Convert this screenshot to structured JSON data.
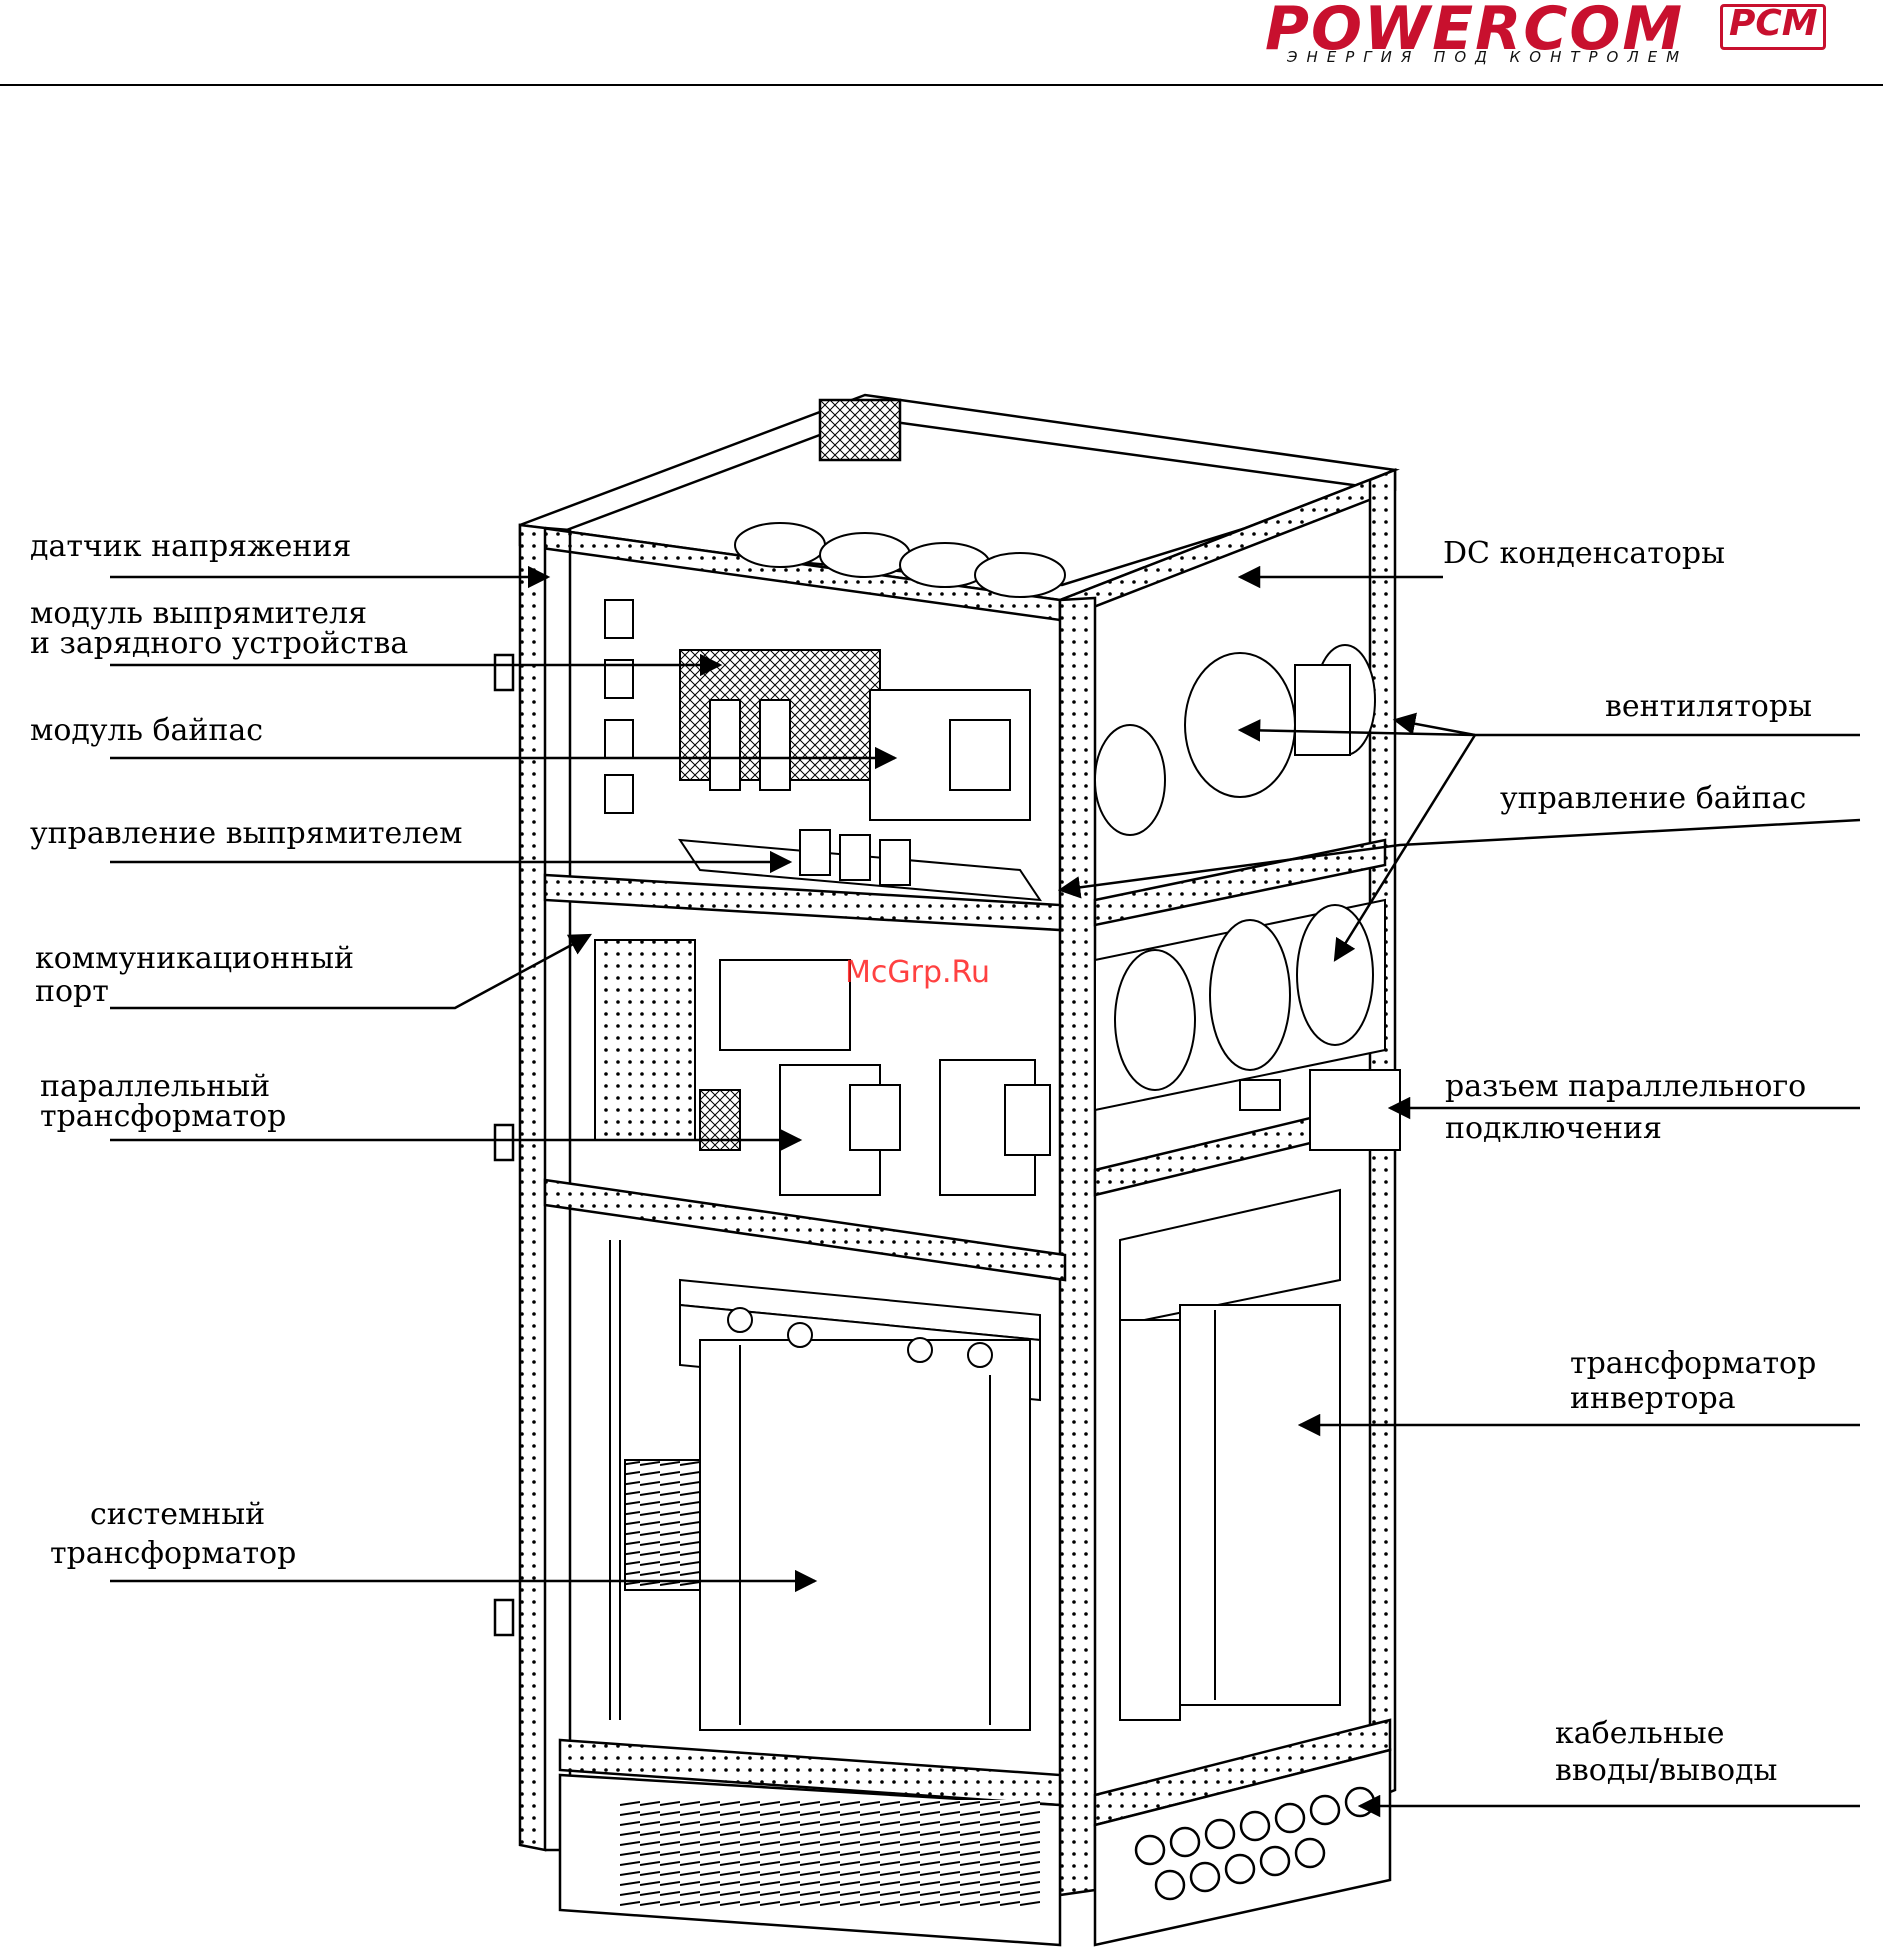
{
  "header": {
    "logo_word": "POWERCOM",
    "logo_badge": "PCM",
    "logo_tagline": "ЭНЕРГИЯ ПОД КОНТРОЛЕМ"
  },
  "watermark": "McGrp.Ru",
  "labels": {
    "voltage_sensor": "датчик напряжения",
    "rectifier_module_1": "модуль выпрямителя",
    "rectifier_module_2": "и зарядного устройства",
    "bypass_module": "модуль байпас",
    "rectifier_control": "управление выпрямителем",
    "comm_port_1": "коммуникационный",
    "comm_port_2": "порт",
    "parallel_transformer_1": "параллельный",
    "parallel_transformer_2": "трансформатор",
    "system_transformer_1": "системный",
    "system_transformer_2": "трансформатор",
    "dc_capacitors": "DC конденсаторы",
    "fans": "вентиляторы",
    "bypass_control": "управление байпас",
    "parallel_connector_1": "разъем параллельного",
    "parallel_connector_2": "подключения",
    "inverter_transformer_1": "трансформатор",
    "inverter_transformer_2": "инвертора",
    "cable_io_1": "кабельные",
    "cable_io_2": "вводы/выводы"
  },
  "colors": {
    "logo_red": "#c8102e",
    "line": "#000000",
    "watermark": "#ff2020"
  }
}
